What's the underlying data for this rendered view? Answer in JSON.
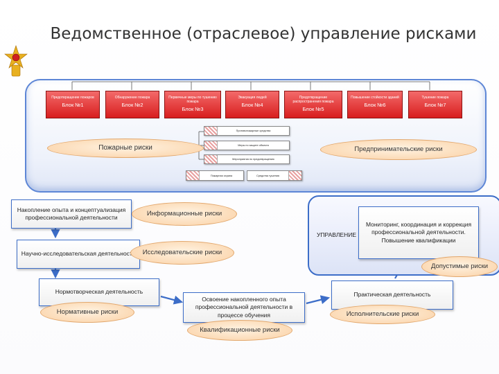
{
  "title": "Ведомственное (отраслевое) управление рисками",
  "blocks": [
    {
      "name": "Предотвращение пожаров",
      "num": "Блок №1"
    },
    {
      "name": "Обнаружение пожара",
      "num": "Блок №2"
    },
    {
      "name": "Первичные меры по тушению пожара",
      "num": "Блок №3"
    },
    {
      "name": "Эвакуация людей",
      "num": "Блок №4"
    },
    {
      "name": "Предотвращение распространения пожара",
      "num": "Блок №5"
    },
    {
      "name": "Повышение стойкости зданий",
      "num": "Блок №6"
    },
    {
      "name": "Тушение пожара",
      "num": "Блок №7"
    }
  ],
  "mini_items": [
    "Противопожарные средства",
    "Меры по защите объекта",
    "Мероприятия по предотвращению",
    "Пожарная охрана",
    "Средства тушения"
  ],
  "ovals": {
    "fire": "Пожарные риски",
    "business": "Предпринимательские риски",
    "info": "Информационные риски",
    "research": "Исследовательские риски",
    "normative": "Нормативные риски",
    "qualification": "Квалификационные риски",
    "executive": "Исполнительские риски",
    "acceptable": "Допустимые риски"
  },
  "boxes": {
    "accumulation": "Накопление опыта и концептуализация профессиональной деятельности",
    "research": "Научно-исследовательская деятельность",
    "normative": "Нормотворческая деятельность",
    "mastering": "Освоение накопленного опыта профессиональной деятельности в процессе обучения",
    "practical": "Практическая деятельность",
    "monitoring": "Мониторинг, координация и коррекция профессиональной деятельности. Повышение квалификации"
  },
  "management_label": "УПРАВЛЕНИЕ"
}
